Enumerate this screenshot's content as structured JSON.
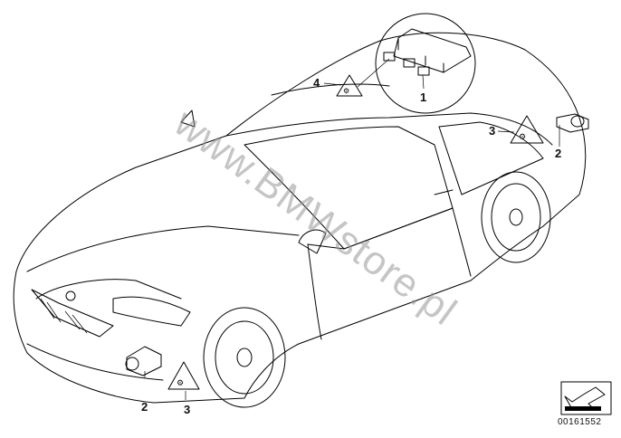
{
  "diagram": {
    "watermark": "www.BMWstore.pl",
    "part_number": "00161552",
    "callouts": {
      "control_unit": "1",
      "sensor_front": "2",
      "sensor_rear": "2",
      "label_front": "3",
      "label_rear": "3",
      "label_roof": "4"
    }
  }
}
